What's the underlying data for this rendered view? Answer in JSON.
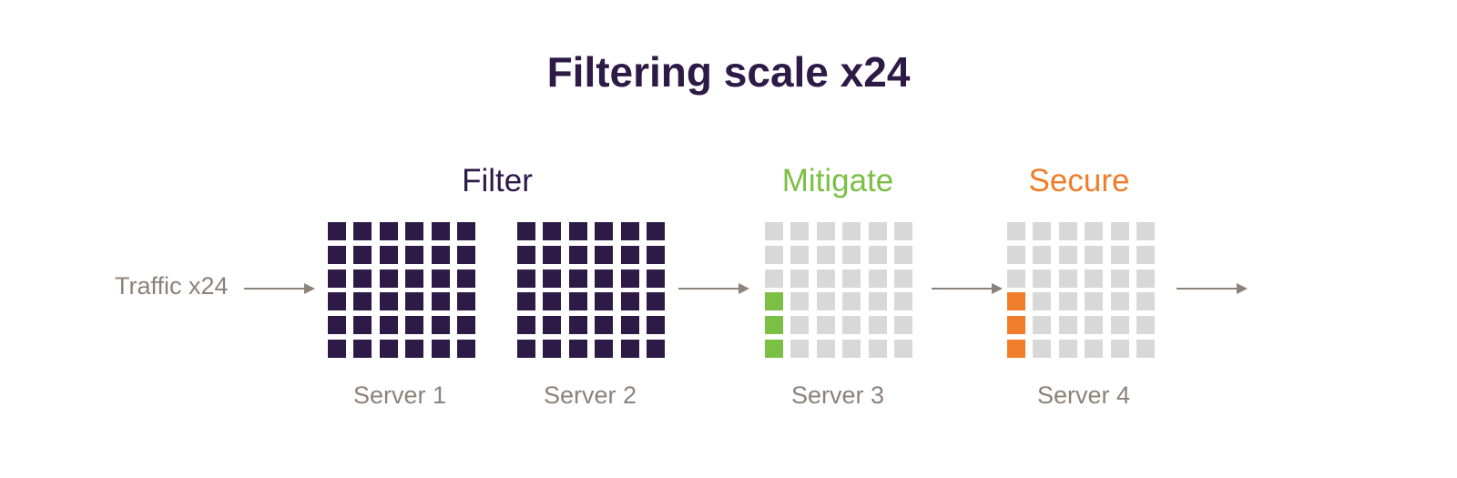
{
  "title": "Filtering scale x24",
  "input_label": "Traffic x24",
  "colors": {
    "title": "#2d1a47",
    "muted_text": "#8c8279",
    "arrow": "#8c8279",
    "active_cell": "#2d1a47",
    "inactive_cell": "#d8d8d8",
    "mitigate": "#7bbf44",
    "secure": "#ef7d2a"
  },
  "stages": [
    {
      "label": "Filter",
      "color": "#2d1a47"
    },
    {
      "label": "Mitigate",
      "color": "#7bbf44"
    },
    {
      "label": "Secure",
      "color": "#ef7d2a"
    }
  ],
  "servers": [
    {
      "label": "Server 1",
      "rows": 6,
      "cols": 6,
      "highlighted_cells": 36,
      "highlight_color": "#2d1a47"
    },
    {
      "label": "Server 2",
      "rows": 6,
      "cols": 6,
      "highlighted_cells": 36,
      "highlight_color": "#2d1a47"
    },
    {
      "label": "Server 3",
      "rows": 6,
      "cols": 6,
      "highlighted_cells": 3,
      "highlight_color": "#7bbf44"
    },
    {
      "label": "Server 4",
      "rows": 6,
      "cols": 6,
      "highlighted_cells": 3,
      "highlight_color": "#ef7d2a"
    }
  ]
}
